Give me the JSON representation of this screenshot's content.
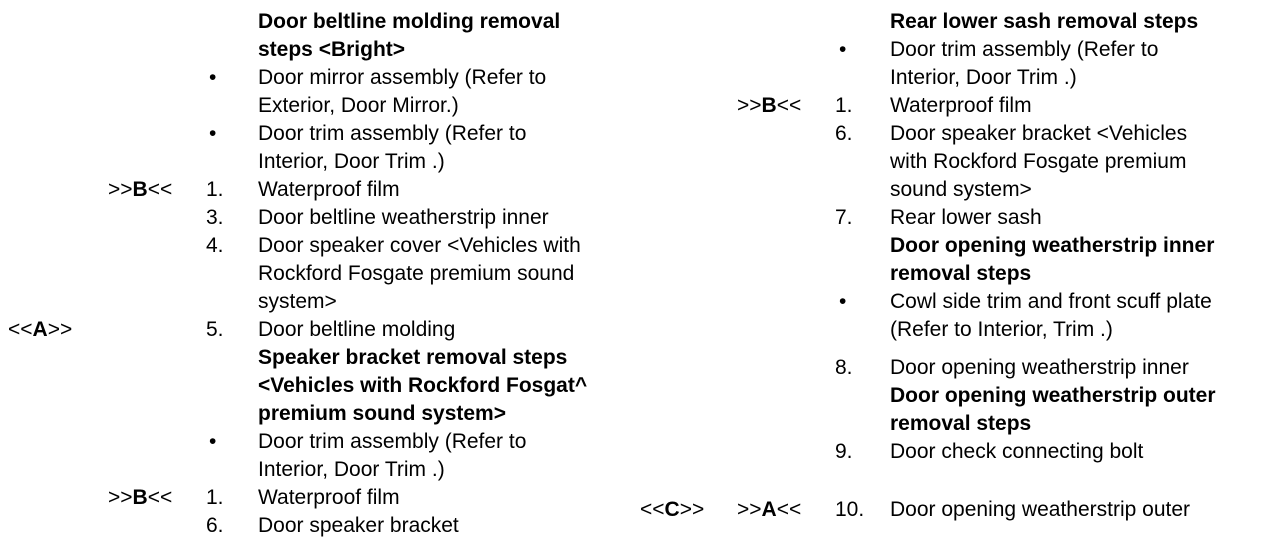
{
  "glyphs": {
    "bullet": "•"
  },
  "left": {
    "blocks": [
      {
        "style": "heading",
        "text": "Door beltline molding removal\nsteps <Bright>"
      },
      {
        "style": "bullet",
        "text": "Door mirror assembly (Refer to\nExterior, Door Mirror.)"
      },
      {
        "style": "bullet",
        "text": "Door trim assembly (Refer to\nInterior, Door Trim .)"
      },
      {
        "style": "step",
        "num": "1.",
        "m2": {
          "pre": ">>",
          "letter": "B",
          "post": "<<"
        },
        "text": "Waterproof film"
      },
      {
        "style": "step",
        "num": "3.",
        "text": "Door beltline weatherstrip inner"
      },
      {
        "style": "step",
        "num": "4.",
        "text": "Door speaker cover <Vehicles with\nRockford Fosgate premium sound\nsystem>"
      },
      {
        "style": "step",
        "num": "5.",
        "m1": {
          "pre": "<<",
          "letter": "A",
          "post": ">>"
        },
        "text": "Door beltline molding"
      },
      {
        "style": "heading",
        "text": "Speaker bracket removal steps\n<Vehicles with Rockford Fosgat^\npremium sound system>"
      },
      {
        "style": "bullet",
        "text": "Door trim assembly (Refer to\nInterior, Door Trim .)"
      },
      {
        "style": "step",
        "num": "1.",
        "m2": {
          "pre": ">>",
          "letter": "B",
          "post": "<<"
        },
        "text": "Waterproof film"
      },
      {
        "style": "step",
        "num": "6.",
        "text": "Door speaker bracket"
      }
    ]
  },
  "right": {
    "blocks": [
      {
        "style": "heading",
        "text": "Rear lower sash removal steps"
      },
      {
        "style": "bullet",
        "text": "Door trim assembly (Refer to\nInterior, Door Trim .)"
      },
      {
        "style": "step",
        "num": "1.",
        "m2": {
          "pre": ">>",
          "letter": "B",
          "post": "<<"
        },
        "text": "Waterproof film"
      },
      {
        "style": "step",
        "num": "6.",
        "text": "Door speaker bracket <Vehicles\nwith Rockford Fosgate premium\nsound system>"
      },
      {
        "style": "step",
        "num": "7.",
        "text": "Rear lower sash"
      },
      {
        "style": "heading",
        "text": "Door opening weatherstrip inner\nremoval steps"
      },
      {
        "style": "bullet",
        "text": "Cowl side trim and front scuff plate\n(Refer to Interior, Trim .)"
      },
      {
        "style": "step",
        "num": "8.",
        "text": "Door opening weatherstrip inner"
      },
      {
        "style": "heading",
        "text": "Door opening weatherstrip outer\nremoval steps"
      },
      {
        "style": "step",
        "num": "9.",
        "text": "Door check connecting bolt"
      },
      {
        "style": "step",
        "num": "10.",
        "m1": {
          "pre": "<<",
          "letter": "C",
          "post": ">>"
        },
        "m2": {
          "pre": ">>",
          "letter": "A",
          "post": "<<"
        },
        "text": "Door opening weatherstrip outer"
      }
    ]
  }
}
